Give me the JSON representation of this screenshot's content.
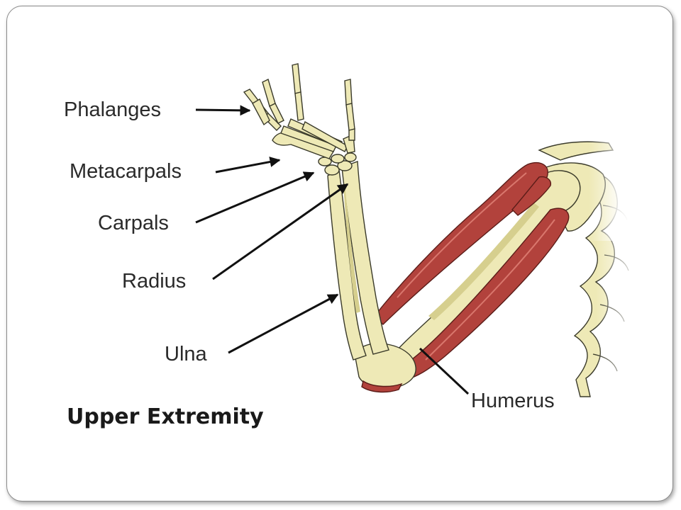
{
  "title": "Upper Extremity",
  "labels": {
    "phalanges": "Phalanges",
    "metacarpals": "Metacarpals",
    "carpals": "Carpals",
    "radius": "Radius",
    "ulna": "Ulna",
    "humerus": "Humerus"
  },
  "colors": {
    "bone": "#eee9b6",
    "muscle": "#b2423c",
    "frame_border": "#8a8a8a"
  }
}
